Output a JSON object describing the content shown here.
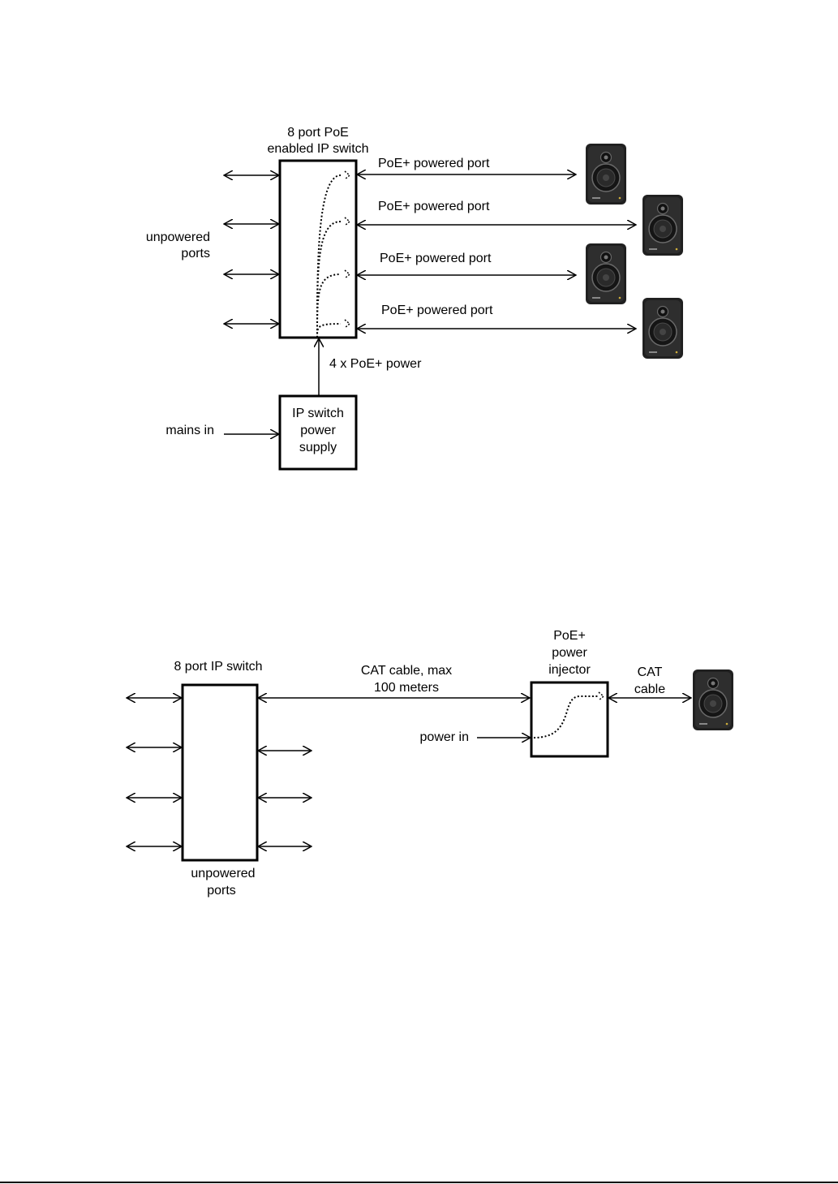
{
  "diagram1": {
    "switch_title": [
      "8 port PoE",
      "enabled IP switch"
    ],
    "unpowered_label": [
      "unpowered",
      "ports"
    ],
    "powered_port_label": "PoE+ powered port",
    "power_label": "4 x PoE+ power",
    "psu_label": [
      "IP switch",
      "power",
      "supply"
    ],
    "mains_label": "mains in"
  },
  "diagram2": {
    "switch_title": "8 port IP switch",
    "unpowered_label": [
      "unpowered",
      "ports"
    ],
    "cable_label": [
      "CAT cable, max",
      "100 meters"
    ],
    "injector_title": [
      "PoE+",
      "power",
      "injector"
    ],
    "power_in_label": "power in",
    "cat_label": [
      "CAT",
      "cable"
    ]
  }
}
